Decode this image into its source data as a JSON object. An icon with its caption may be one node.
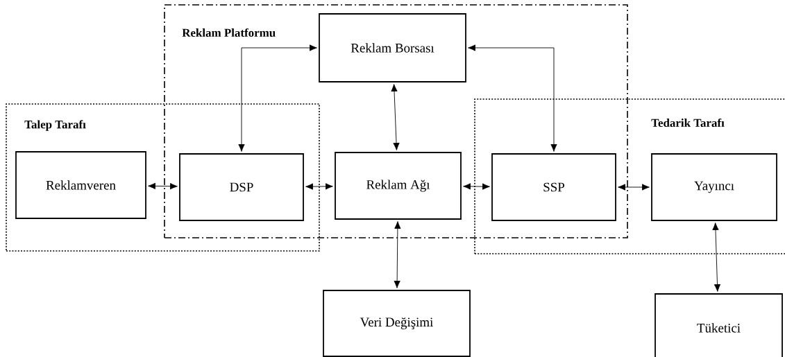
{
  "diagram": {
    "nodes": [
      {
        "text": [
          "Reklam Platformu"
        ]
      },
      {
        "text": [
          "Reklam Borsası"
        ],
        "in": 0
      },
      {
        "text": [
          "Talep Tarafı"
        ]
      },
      {
        "text": [
          "Tedarik Tarafı"
        ]
      },
      {
        "text": [
          "Reklamveren"
        ],
        "in": 2
      },
      {
        "text": [
          "DSP"
        ]
      },
      {
        "text": [
          "Reklam Ağı"
        ],
        "in": 0
      },
      {
        "text": [
          "SSP"
        ]
      },
      {
        "text": [
          "Yayıncı"
        ],
        "in": 3
      },
      {
        "text": [
          "Veri Değişimi"
        ]
      },
      {
        "text": [
          "Tüketici"
        ]
      }
    ],
    "edges": [
      {
        "from": 4,
        "to": 5,
        "arrow": "both"
      },
      {
        "from": 5,
        "to": 1,
        "arrow": "both"
      },
      {
        "from": 1,
        "to": 6,
        "arrow": "both"
      },
      {
        "from": 5,
        "to": 6,
        "arrow": "both"
      },
      {
        "from": 6,
        "to": 7,
        "arrow": "both"
      },
      {
        "from": 7,
        "to": 1,
        "arrow": "both"
      },
      {
        "from": 7,
        "to": 8,
        "arrow": "both"
      },
      {
        "from": 6,
        "to": 9,
        "arrow": "both"
      },
      {
        "from": 8,
        "to": 10,
        "arrow": "both"
      }
    ]
  }
}
